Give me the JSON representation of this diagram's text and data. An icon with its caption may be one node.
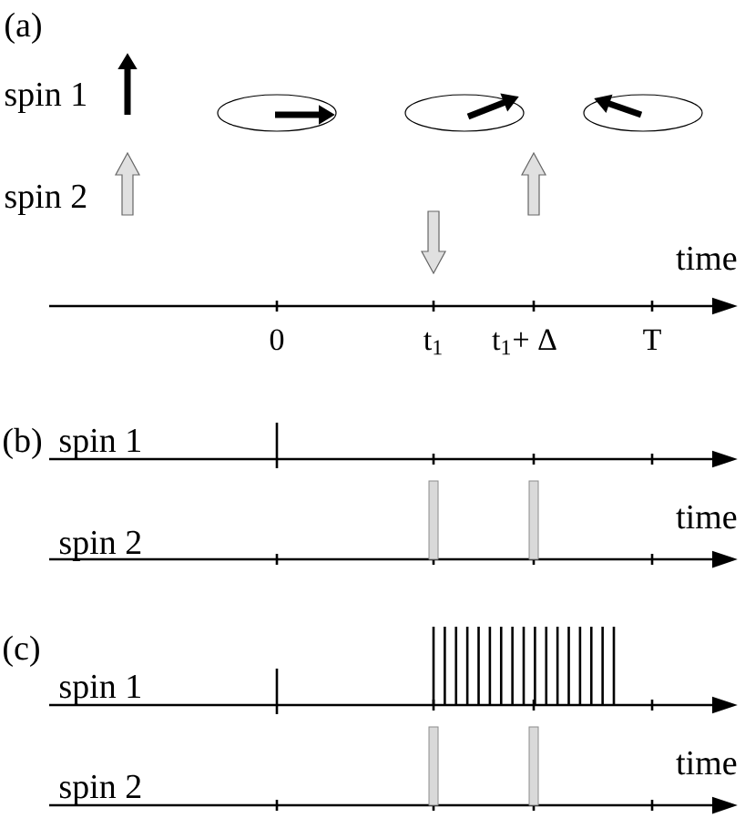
{
  "diagram": {
    "labels": [
      "(a)",
      "spin 1",
      "spin 2",
      "time",
      "0",
      "t$_{1}$",
      "t$_{1}$+ Δ",
      "T",
      "(b)",
      "spin 1",
      "time",
      "spin 2",
      "(c)",
      "spin 1",
      "time",
      "spin 2"
    ]
  }
}
